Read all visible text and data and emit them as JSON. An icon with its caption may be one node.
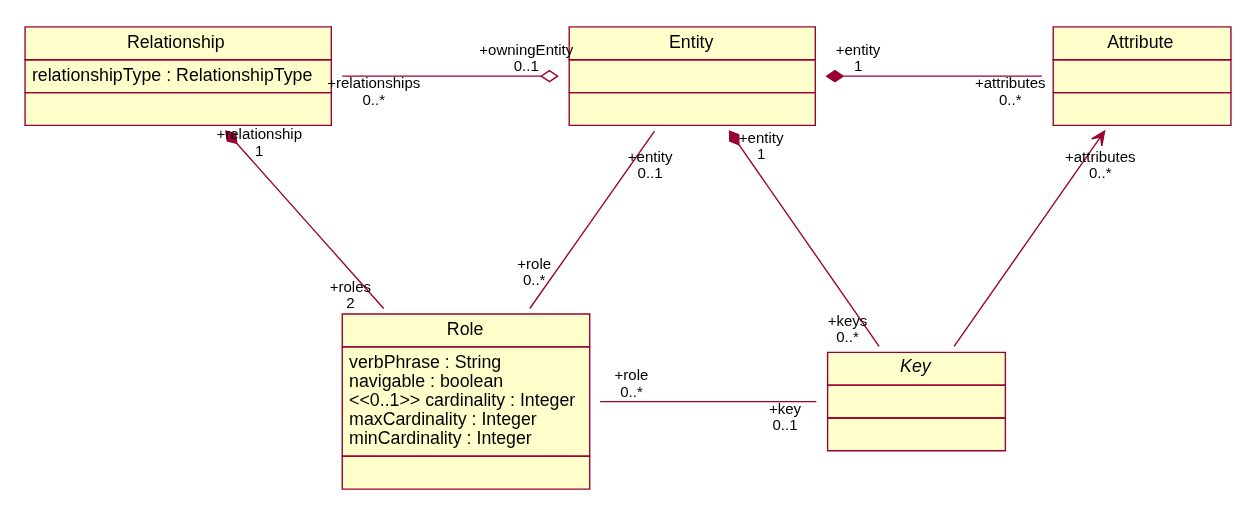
{
  "diagram": {
    "nodes": [
      {
        "text": [
          "Relationship",
          "relationshipType : RelationshipType"
        ]
      },
      {
        "text": [
          "Entity"
        ]
      },
      {
        "text": [
          "Attribute"
        ]
      },
      {
        "text": [
          "Role",
          "verbPhrase : String",
          "navigable : boolean",
          "<<0..1>> cardinality : Integer",
          "maxCardinality : Integer",
          "minCardinality : Integer"
        ]
      },
      {
        "text": [
          "Key"
        ]
      }
    ],
    "edges": [
      {
        "from": 0,
        "to": 1,
        "arrow": "other"
      },
      {
        "from": 1,
        "to": 2,
        "arrow": "other"
      },
      {
        "from": 0,
        "to": 3,
        "arrow": "other"
      },
      {
        "from": 1,
        "to": 3,
        "arrow": "none"
      },
      {
        "from": 1,
        "to": 4,
        "arrow": "other"
      },
      {
        "from": 3,
        "to": 4,
        "arrow": "none"
      },
      {
        "from": 4,
        "to": 2,
        "arrow": "to"
      }
    ],
    "labels": [
      "+relationships",
      "0..*",
      "+owningEntity",
      "0..1",
      "+entity",
      "1",
      "+attributes",
      "0..*",
      "+relationship",
      "1",
      "+roles",
      "2",
      "+entity",
      "0..1",
      "+role",
      "0..*",
      "+entity",
      "1",
      "+keys",
      "0..*",
      "+role",
      "0..*",
      "+key",
      "0..1",
      "+attributes",
      "0..*"
    ]
  }
}
